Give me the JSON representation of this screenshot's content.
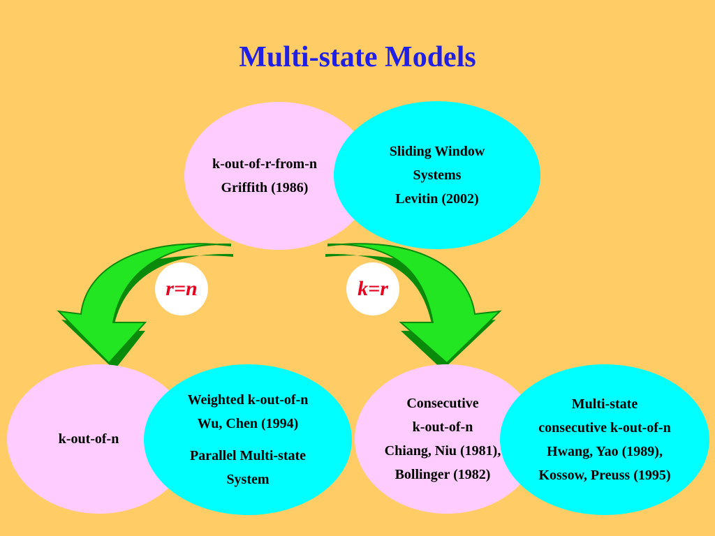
{
  "title": "Multi-state Models",
  "colors": {
    "background": "#FFCC66",
    "title": "#1F1FE6",
    "pink_oval": "#FFCCFF",
    "cyan_oval": "#00FFFF",
    "arrow_green": "#22E622",
    "arrow_dark": "#0A8A0A",
    "condition_text": "#E6001F"
  },
  "top": {
    "left_oval": {
      "lines": [
        "k-out-of-r-from-n",
        "Griffith (1986)"
      ]
    },
    "right_oval": {
      "lines": [
        "Sliding Window",
        "Systems",
        "Levitin (2002)"
      ]
    }
  },
  "conditions": {
    "left": "r=n",
    "right": "k=r"
  },
  "bottom_left": {
    "left_oval": {
      "lines": [
        "k-out-of-n"
      ]
    },
    "right_oval": {
      "group1": [
        "Weighted k-out-of-n",
        "Wu, Chen (1994)"
      ],
      "group2": [
        "Parallel Multi-state",
        "System"
      ]
    }
  },
  "bottom_right": {
    "left_oval": {
      "lines": [
        "Consecutive",
        "k-out-of-n",
        "Chiang, Niu (1981),",
        "Bollinger (1982)"
      ]
    },
    "right_oval": {
      "lines": [
        "Multi-state",
        "consecutive k-out-of-n",
        "Hwang, Yao (1989),",
        "Kossow, Preuss (1995)"
      ]
    }
  }
}
